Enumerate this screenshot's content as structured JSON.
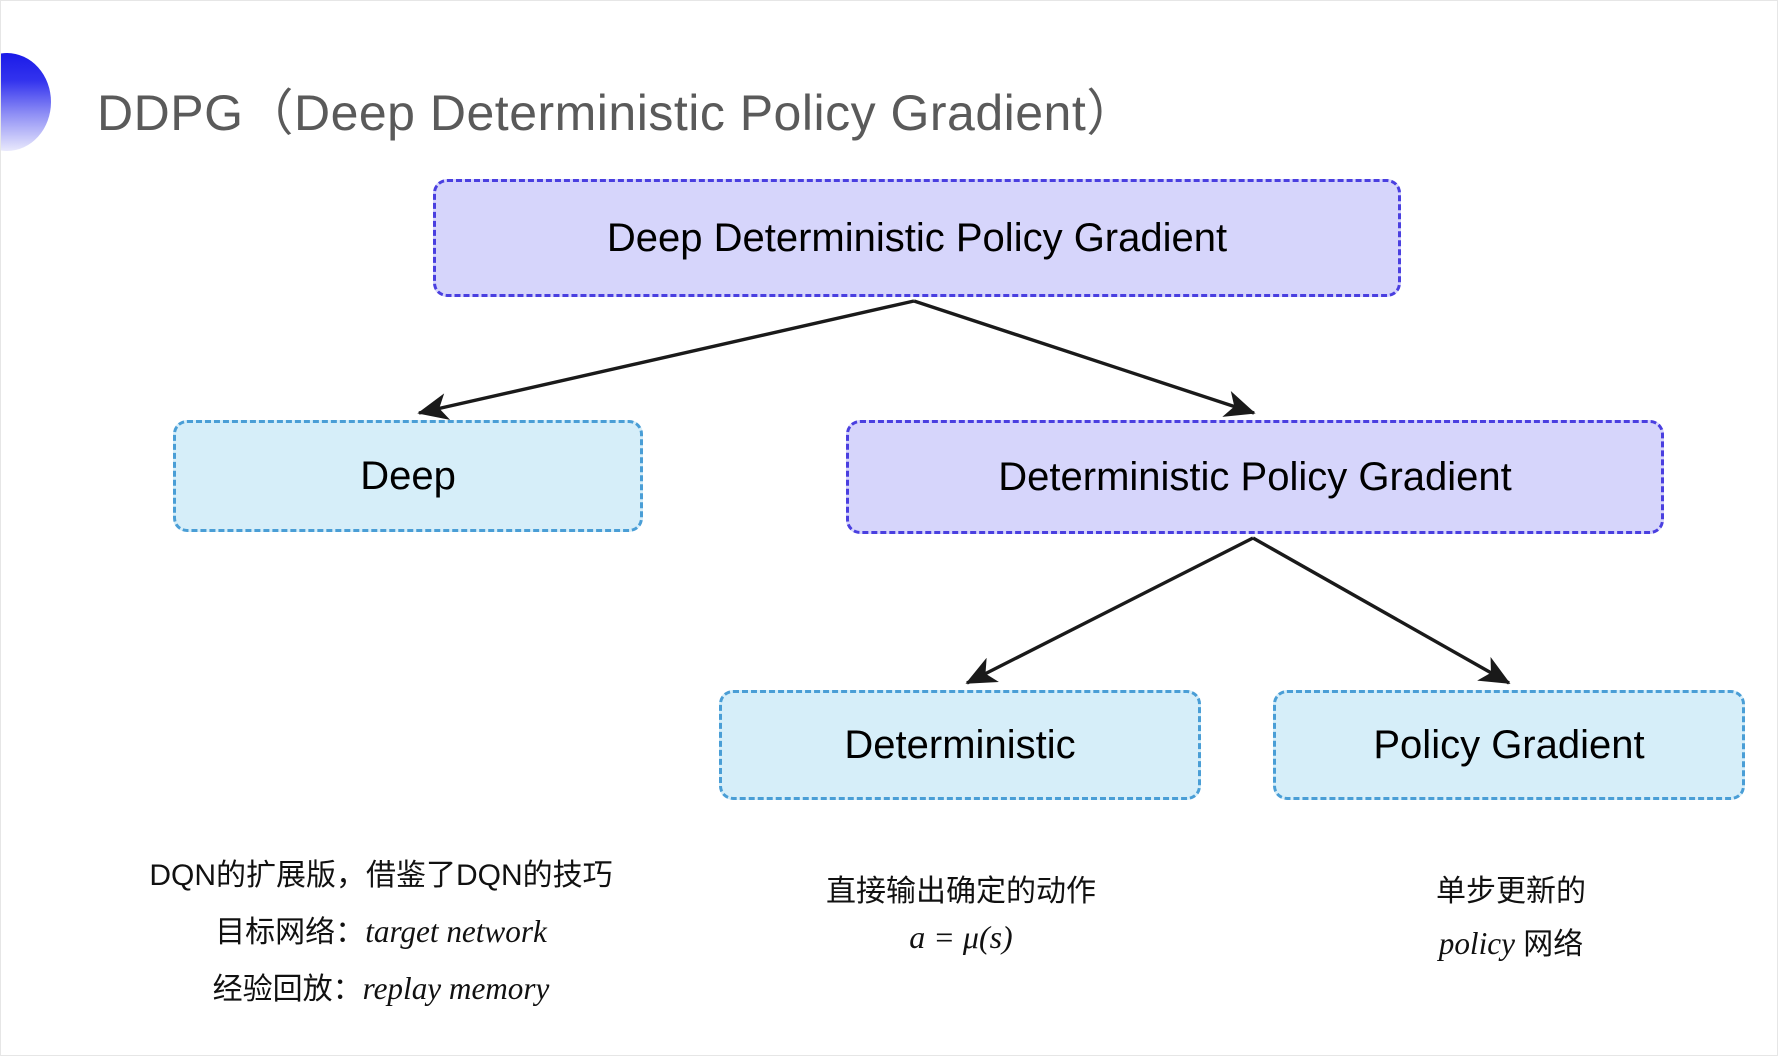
{
  "title": {
    "text": "DDPG（Deep Deterministic Policy Gradient）",
    "accent_icon": "gradient-ellipse-accent",
    "color": "#5a5a5a"
  },
  "colors": {
    "purple_fill": "#d6d5fb",
    "purple_border": "#4a3fe0",
    "blue_fill": "#d6eef9",
    "blue_border": "#4a9ed6",
    "arrow": "#1a1a1a",
    "background": "#ffffff"
  },
  "diagram": {
    "type": "tree",
    "nodes": [
      {
        "id": "root",
        "label": "Deep Deterministic Policy Gradient",
        "style": "purple"
      },
      {
        "id": "deep",
        "label": "Deep",
        "style": "blue"
      },
      {
        "id": "dpg",
        "label": "Deterministic Policy Gradient",
        "style": "purple"
      },
      {
        "id": "deterministic",
        "label": "Deterministic",
        "style": "blue"
      },
      {
        "id": "policy_gradient",
        "label": "Policy Gradient",
        "style": "blue"
      }
    ],
    "edges": [
      {
        "from": "root",
        "to": "deep"
      },
      {
        "from": "root",
        "to": "dpg"
      },
      {
        "from": "dpg",
        "to": "deterministic"
      },
      {
        "from": "dpg",
        "to": "policy_gradient"
      }
    ]
  },
  "annotations": {
    "left": {
      "line1": "DQN的扩展版，借鉴了DQN的技巧",
      "line2_label": "目标网络：",
      "line2_term": "target network",
      "line3_label": "经验回放：",
      "line3_term": "replay memory"
    },
    "middle": {
      "line1": "直接输出确定的动作",
      "formula": "a = μ(s)"
    },
    "right": {
      "line1": "单步更新的",
      "line2_term": "policy",
      "line2_suffix": " 网络"
    }
  }
}
